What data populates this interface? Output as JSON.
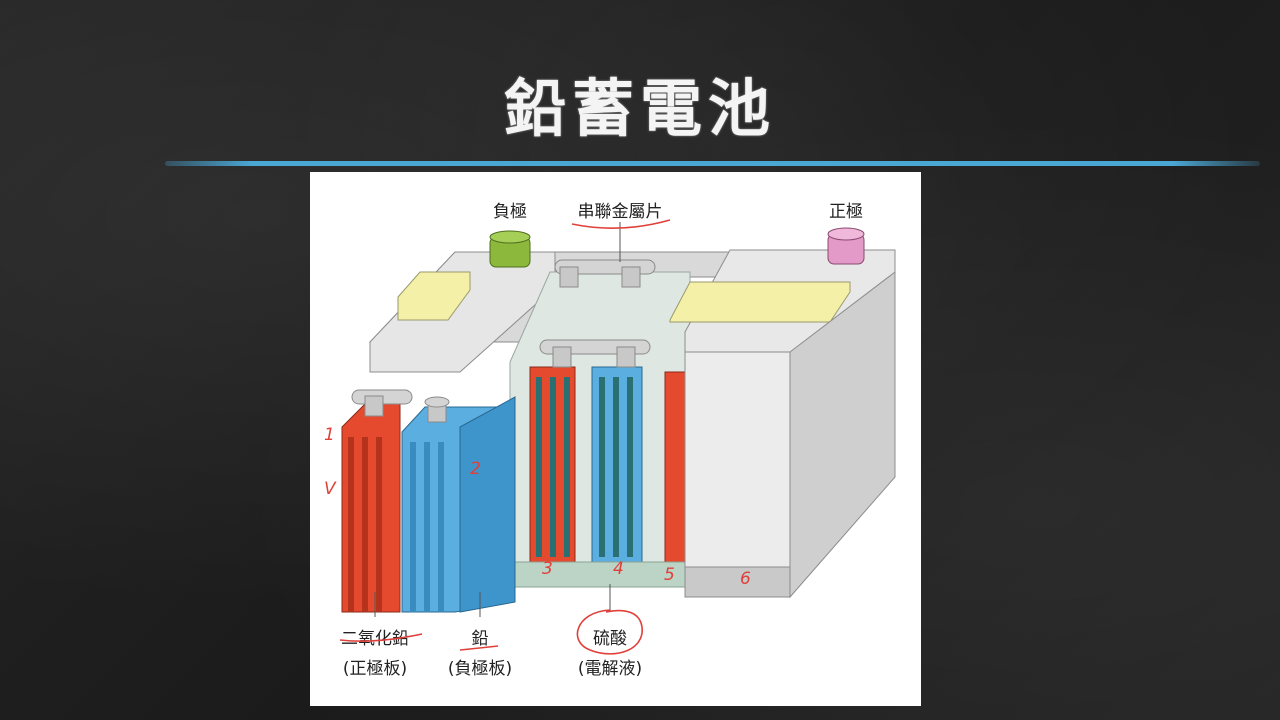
{
  "slide": {
    "title": "鉛蓄電池"
  },
  "diagram": {
    "labels": {
      "negative_terminal": "負極",
      "connector": "串聯金屬片",
      "positive_terminal": "正極",
      "lead_dioxide": "二氧化鉛",
      "positive_plate": "(正極板)",
      "lead": "鉛",
      "negative_plate": "(負極板)",
      "sulfuric_acid": "硫酸",
      "electrolyte": "(電解液)"
    },
    "annotations": {
      "one": "1",
      "v": "V",
      "two": "2",
      "three": "3",
      "four": "4",
      "five": "5",
      "six": "6"
    }
  },
  "colors": {
    "accent_line": "#4aa7d4",
    "positive_plate": "#e64a2e",
    "negative_plate": "#5aaee0",
    "negative_cap": "#8cb83c",
    "positive_cap": "#e49ac8",
    "annotation": "#e0403a"
  }
}
